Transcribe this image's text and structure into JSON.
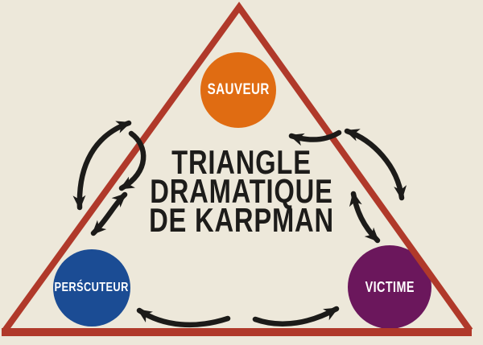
{
  "background_color": "#EDE8DA",
  "title": {
    "line1": "TRIANGLE",
    "line2": "DRAMATIQUE",
    "line3": "DE KARPMAN",
    "color": "#1D1C1A"
  },
  "triangle": {
    "stroke_color": "#B0392A"
  },
  "nodes": {
    "sauveur": {
      "label": "SAUVEUR",
      "fill_color": "#E06C12",
      "text_color": "#FFFFFF"
    },
    "persecuteur": {
      "label": "PERŚCUTEUR",
      "fill_color": "#1B4C94",
      "text_color": "#FFFFFF"
    },
    "victime": {
      "label": "VICTIME",
      "fill_color": "#6B175C",
      "text_color": "#FFFFFF"
    }
  },
  "arrows": {
    "color": "#1C1B19",
    "list": [
      {
        "name": "left-outer-exchange",
        "between": [
          "SAUVEUR",
          "PERŚCUTEUR"
        ],
        "double_headed": true
      },
      {
        "name": "left-inner-return",
        "between": [
          "SAUVEUR",
          "PERŚCUTEUR"
        ],
        "double_headed": false
      },
      {
        "name": "left-lower-exchange",
        "between": [
          "SAUVEUR",
          "PERŚCUTEUR"
        ],
        "double_headed": true
      },
      {
        "name": "right-top-return",
        "between": [
          "SAUVEUR",
          "VICTIME"
        ],
        "double_headed": false
      },
      {
        "name": "right-outer-exchange",
        "between": [
          "SAUVEUR",
          "VICTIME"
        ],
        "double_headed": true
      },
      {
        "name": "right-lower-exchange",
        "between": [
          "SAUVEUR",
          "VICTIME"
        ],
        "double_headed": true
      },
      {
        "name": "bottom-left",
        "between": [
          "VICTIME",
          "PERŚCUTEUR"
        ],
        "double_headed": false
      },
      {
        "name": "bottom-right",
        "between": [
          "PERŚCUTEUR",
          "VICTIME"
        ],
        "double_headed": false
      }
    ]
  }
}
